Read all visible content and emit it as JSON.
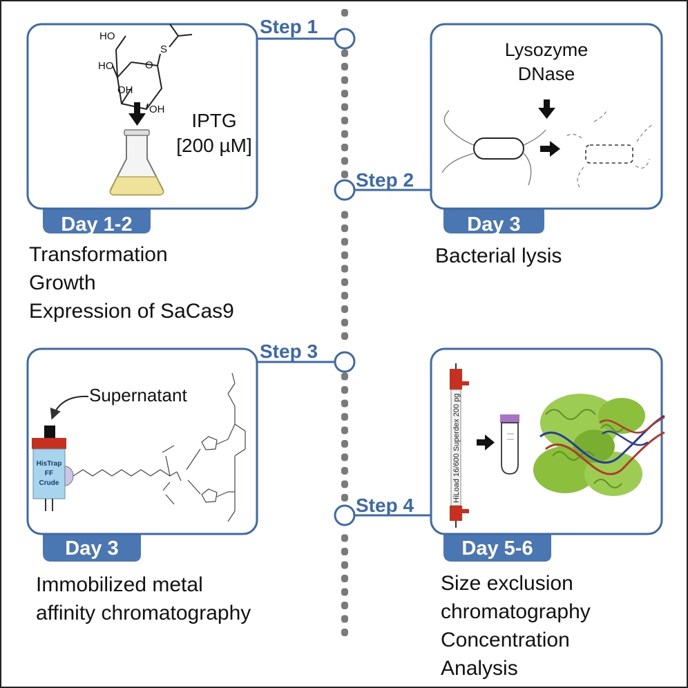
{
  "steps": [
    {
      "label": "Step 1",
      "day": "Day 1-2",
      "inducer": {
        "name": "IPTG",
        "concentration": "[200 µM]"
      },
      "molecule": {
        "oh1": "HO",
        "oh2": "HO",
        "oh3": "OH",
        "oh4": "OH",
        "ring_o": "O",
        "sulfur": "S"
      },
      "description": [
        "Transformation",
        "Growth",
        "Expression of SaCas9"
      ]
    },
    {
      "label": "Step 2",
      "day": "Day 3",
      "reagents": [
        "Lysozyme",
        "DNase"
      ],
      "description": [
        "Bacterial lysis"
      ]
    },
    {
      "label": "Step 3",
      "day": "Day 3",
      "input_label": "Supernatant",
      "column_label": [
        "HisTrap",
        "FF",
        "Crude"
      ],
      "description": [
        "Immobilized metal",
        "affinity chromatography"
      ]
    },
    {
      "label": "Step 4",
      "day": "Day 5-6",
      "column_label": "HiLoad 16/600 Superdex 200 pg",
      "description": [
        "Size exclusion",
        "chromatography",
        "Concentration",
        "Analysis"
      ]
    }
  ],
  "colors": {
    "accent": "#3c6aa8",
    "tab": "#4a76b2",
    "timeline": "#7a7a7a",
    "column_cap": "#c7301f",
    "column_body": "#a8d4ee",
    "flask_liquid": "#efe39b",
    "protein": "#8cbf3c",
    "dna_red": "#b03a2e",
    "dna_blue": "#2a3a9a",
    "tube_cap": "#a873c2"
  }
}
